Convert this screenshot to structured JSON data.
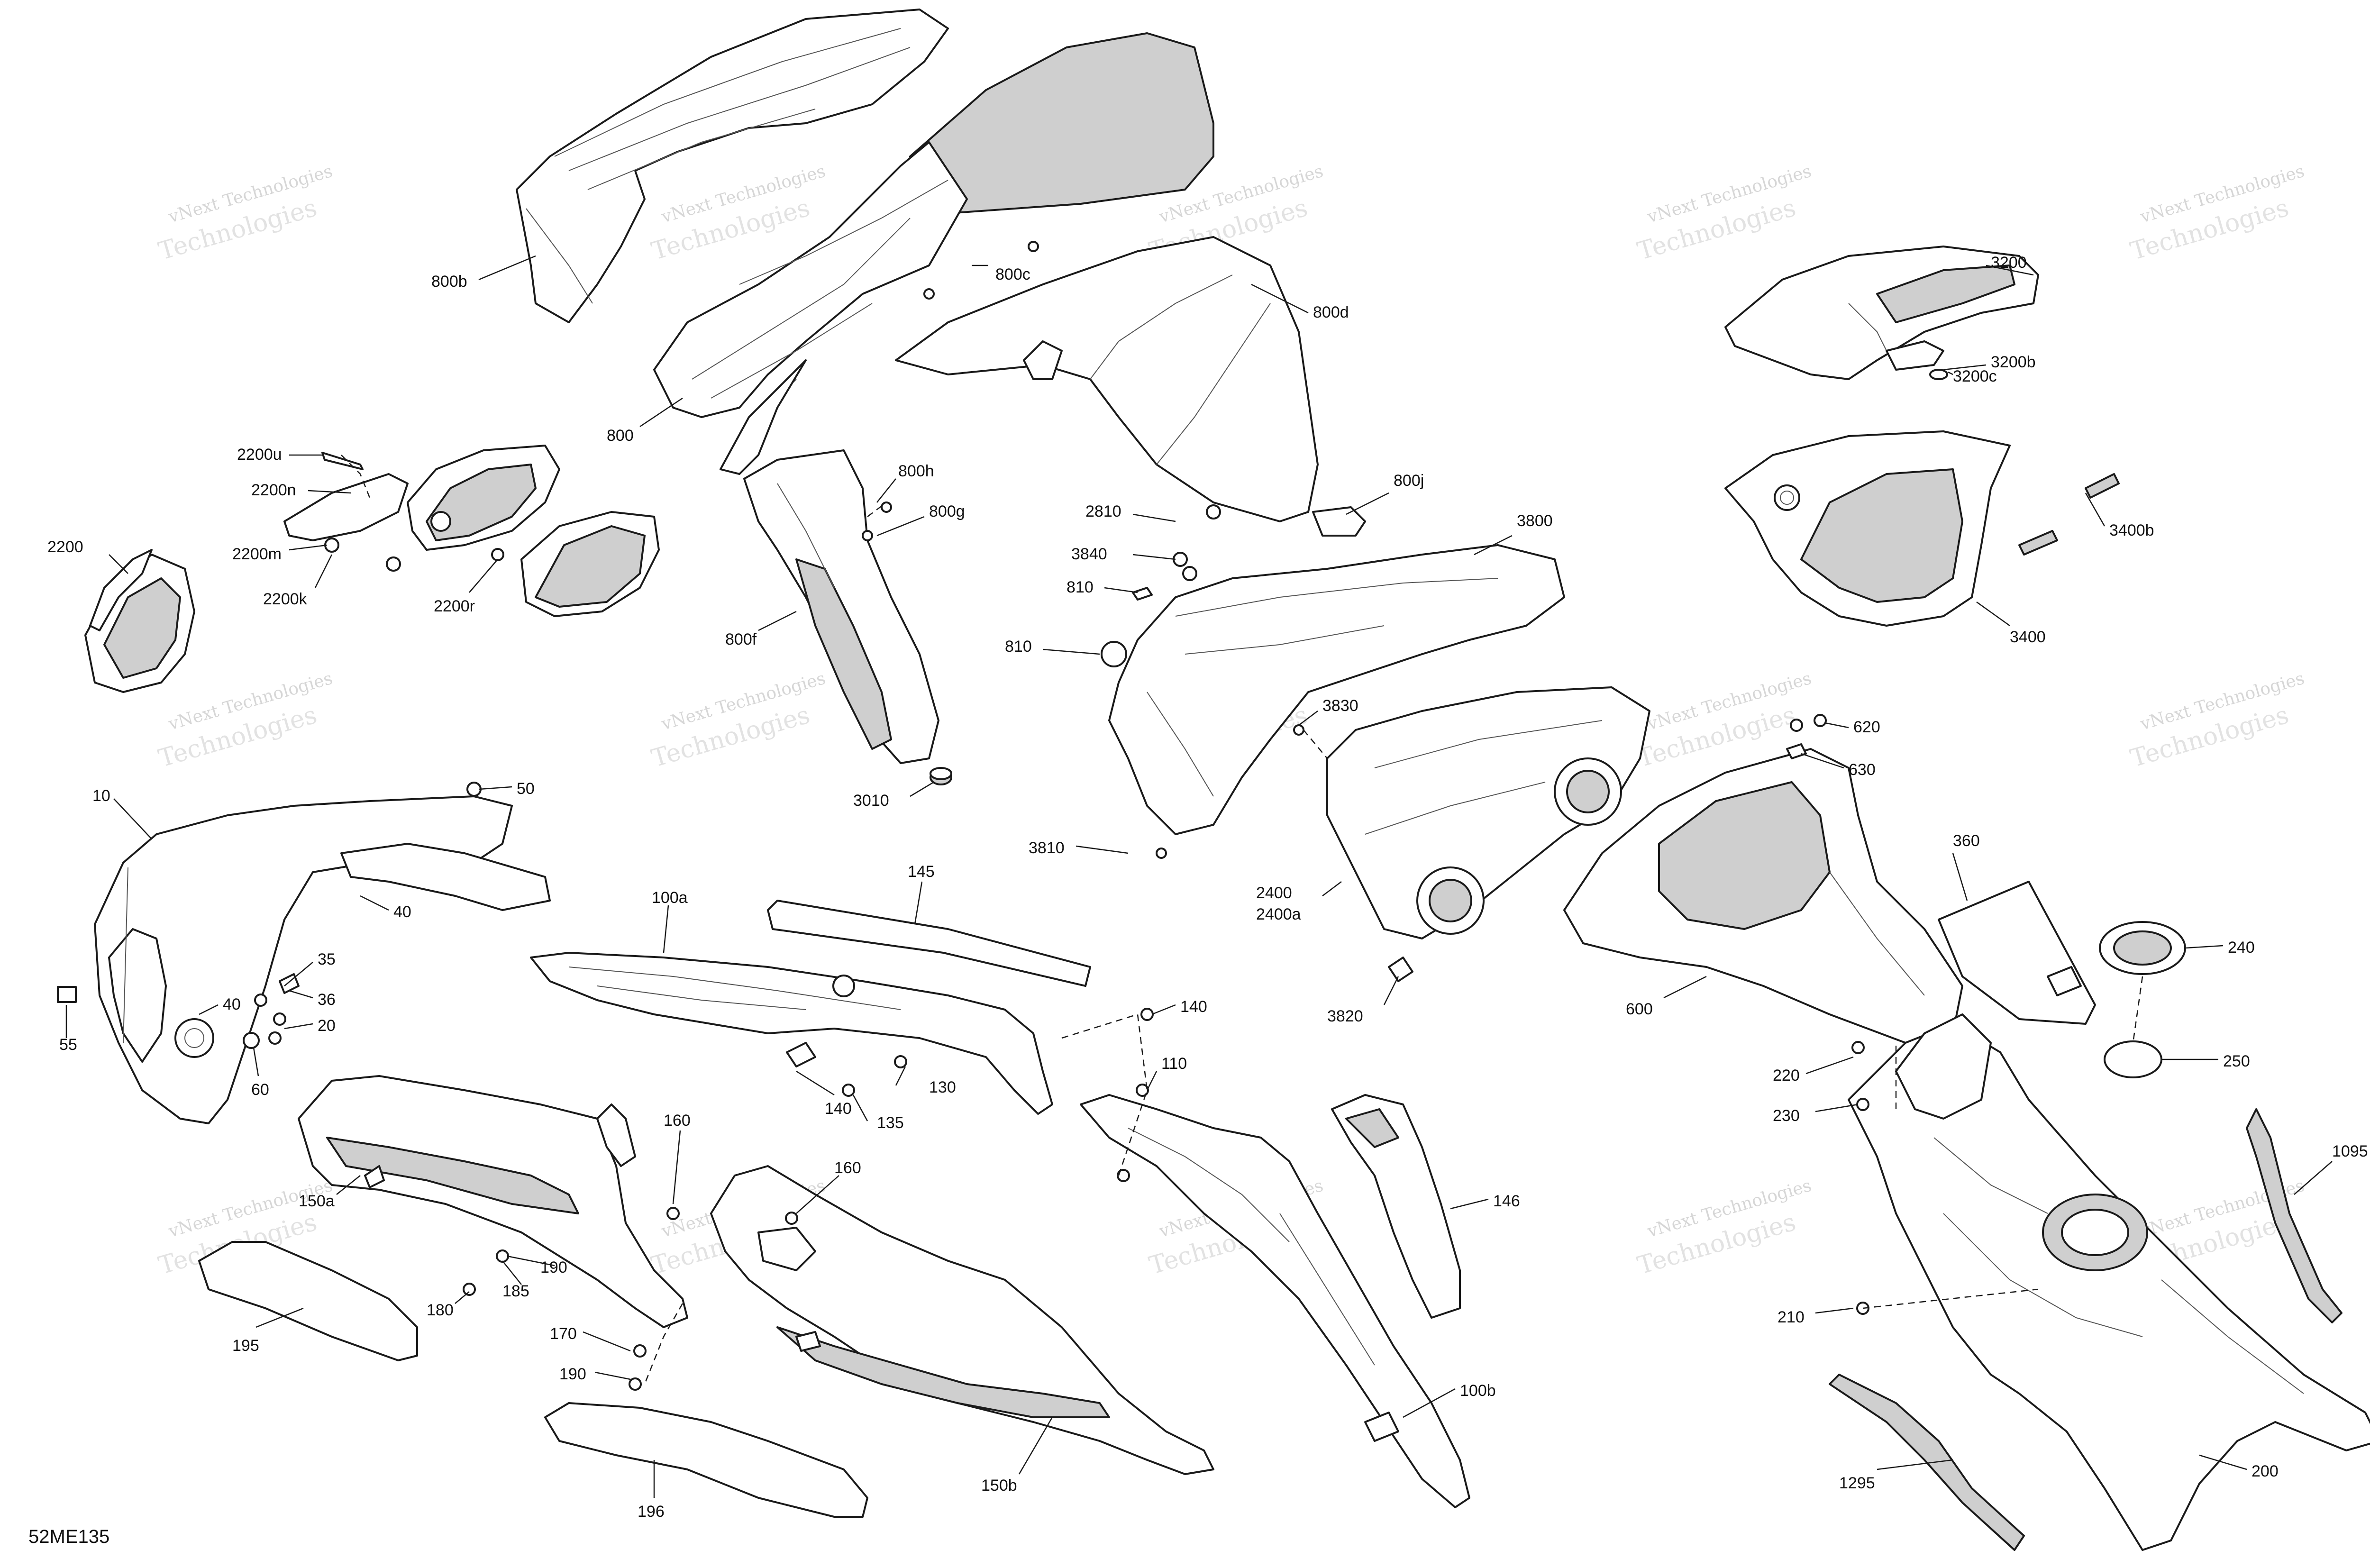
{
  "diagram": {
    "code": "52ME135",
    "watermark": {
      "line1": "vNext Technologies",
      "line2": "Technologies"
    }
  },
  "callouts": {
    "c800b": "800b",
    "c800c": "800c",
    "c800d": "800d",
    "c800": "800",
    "c800h": "800h",
    "c800g": "800g",
    "c800f": "800f",
    "c800j": "800j",
    "c3010": "3010",
    "c2200u": "2200u",
    "c2200n": "2200n",
    "c2200m": "2200m",
    "c2200k": "2200k",
    "c2200r": "2200r",
    "c2200": "2200",
    "c2810": "2810",
    "c3840": "3840",
    "c810a": "810",
    "c810b": "810",
    "c3800": "3800",
    "c3830": "3830",
    "c3810": "3810",
    "c2400": "2400",
    "c2400a": "2400a",
    "c3820": "3820",
    "c3200": "3200",
    "c3200b": "3200b",
    "c3200c": "3200c",
    "c3400b": "3400b",
    "c3400": "3400",
    "c620": "620",
    "c630": "630",
    "c600": "600",
    "c360": "360",
    "c240": "240",
    "c250": "250",
    "c220": "220",
    "c230": "230",
    "c1095": "1095",
    "c210": "210",
    "c1295": "1295",
    "c200": "200",
    "c10": "10",
    "c50": "50",
    "c40a": "40",
    "c35": "35",
    "c36": "36",
    "c40b": "40",
    "c20": "20",
    "c55": "55",
    "c60": "60",
    "c145": "145",
    "c100a": "100a",
    "c140a": "140",
    "c130": "130",
    "c135": "135",
    "c140b": "140",
    "c110": "110",
    "c146": "146",
    "c100b": "100b",
    "c160a": "160",
    "c160b": "160",
    "c150a": "150a",
    "c190a": "190",
    "c185": "185",
    "c180": "180",
    "c170": "170",
    "c190b": "190",
    "c195": "195",
    "c196": "196",
    "c150b": "150b"
  }
}
